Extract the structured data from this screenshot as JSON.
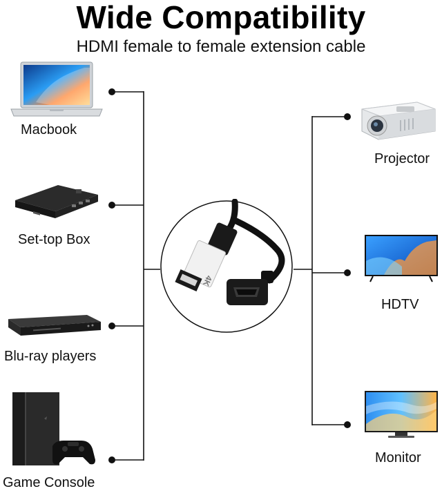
{
  "header": {
    "title": "Wide Compatibility",
    "subtitle": "HDMI female to female extension cable"
  },
  "sources": [
    {
      "label": "Macbook",
      "icon": "laptop-icon"
    },
    {
      "label": "Set-top Box",
      "icon": "set-top-box-icon"
    },
    {
      "label": "Blu-ray players",
      "icon": "bluray-player-icon"
    },
    {
      "label": "Game Console",
      "icon": "game-console-icon"
    }
  ],
  "displays": [
    {
      "label": "Projector",
      "icon": "projector-icon"
    },
    {
      "label": "HDTV",
      "icon": "tv-icon"
    },
    {
      "label": "Monitor",
      "icon": "monitor-icon"
    }
  ],
  "cable": {
    "badge": "4K",
    "icon": "hdmi-cable-icon"
  },
  "colors": {
    "line": "#111111",
    "screen_blue": "#1e88e5",
    "screen_orange": "#ff9a3c"
  }
}
